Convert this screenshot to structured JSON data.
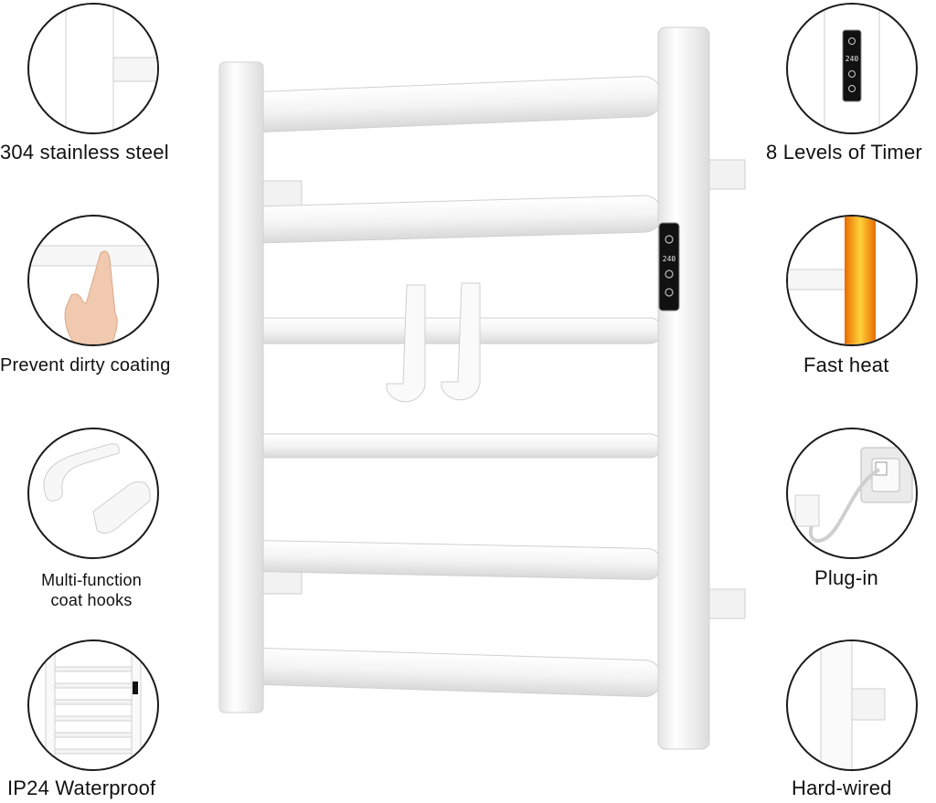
{
  "features_left": [
    {
      "label": "304 stainless steel",
      "icon": "steel-tube-icon"
    },
    {
      "label": "Prevent dirty coating",
      "icon": "finger-touch-icon"
    },
    {
      "label_lines": [
        "Multi-function",
        "coat hooks"
      ],
      "icon": "coat-hook-icon"
    },
    {
      "label": "IP24 Waterproof",
      "icon": "towel-rack-icon"
    }
  ],
  "features_right": [
    {
      "label": "8 Levels of Timer",
      "icon": "timer-panel-icon"
    },
    {
      "label": "Fast heat",
      "icon": "heating-tube-icon"
    },
    {
      "label": "Plug-in",
      "icon": "wall-plug-icon"
    },
    {
      "label": "Hard-wired",
      "icon": "hardwire-bracket-icon"
    }
  ],
  "control_panel": {
    "display": "240"
  },
  "colors": {
    "rack": "#ffffff",
    "outline": "#1a1a1a",
    "heat": "#f39a1a",
    "panel": "#111111"
  }
}
